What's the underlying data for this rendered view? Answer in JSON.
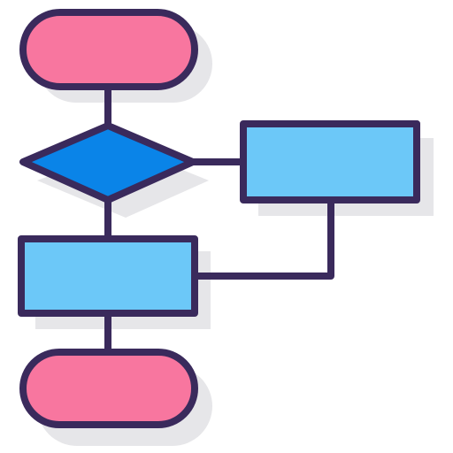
{
  "diagram": {
    "type": "flowchart-icon",
    "nodes": [
      {
        "id": "start",
        "shape": "terminal",
        "fill": "#F8769F"
      },
      {
        "id": "decision",
        "shape": "diamond",
        "fill": "#0A84E8"
      },
      {
        "id": "process-right",
        "shape": "process",
        "fill": "#6CC8F8"
      },
      {
        "id": "process-left",
        "shape": "process",
        "fill": "#6CC8F8"
      },
      {
        "id": "end",
        "shape": "terminal",
        "fill": "#F8769F"
      }
    ],
    "connectors": [
      {
        "from": "start",
        "to": "decision"
      },
      {
        "from": "decision",
        "to": "process-left"
      },
      {
        "from": "decision",
        "to": "process-right"
      },
      {
        "from": "process-right",
        "to": "process-left"
      },
      {
        "from": "process-left",
        "to": "end"
      }
    ],
    "colors": {
      "stroke": "#3A2A5C",
      "shadow": "#E6E6E9",
      "terminal": "#F8769F",
      "decision": "#0A84E8",
      "process": "#6CC8F8",
      "background": "#FFFFFF"
    }
  }
}
